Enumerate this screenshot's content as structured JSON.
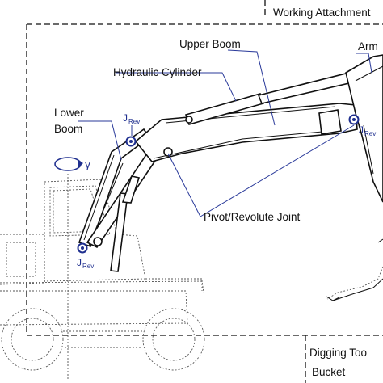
{
  "labels": {
    "working_attachment": "Working Attachment",
    "upper_boom": "Upper Boom",
    "arm": "Arm",
    "hydraulic_cylinder": "Hydraulic Cylinder",
    "lower_boom_line1": "Lower",
    "lower_boom_line2": "Boom",
    "gamma": "γ",
    "pivot_revolute_joint": "Pivot/Revolute Joint",
    "digging_tool": "Digging Too",
    "bucket": "Bucket",
    "joint_symbol": "J",
    "joint_subscript": "Rev"
  },
  "colors": {
    "line": "#111111",
    "label_blue": "#1f2f8f",
    "joint_fill": "#ffffff"
  }
}
